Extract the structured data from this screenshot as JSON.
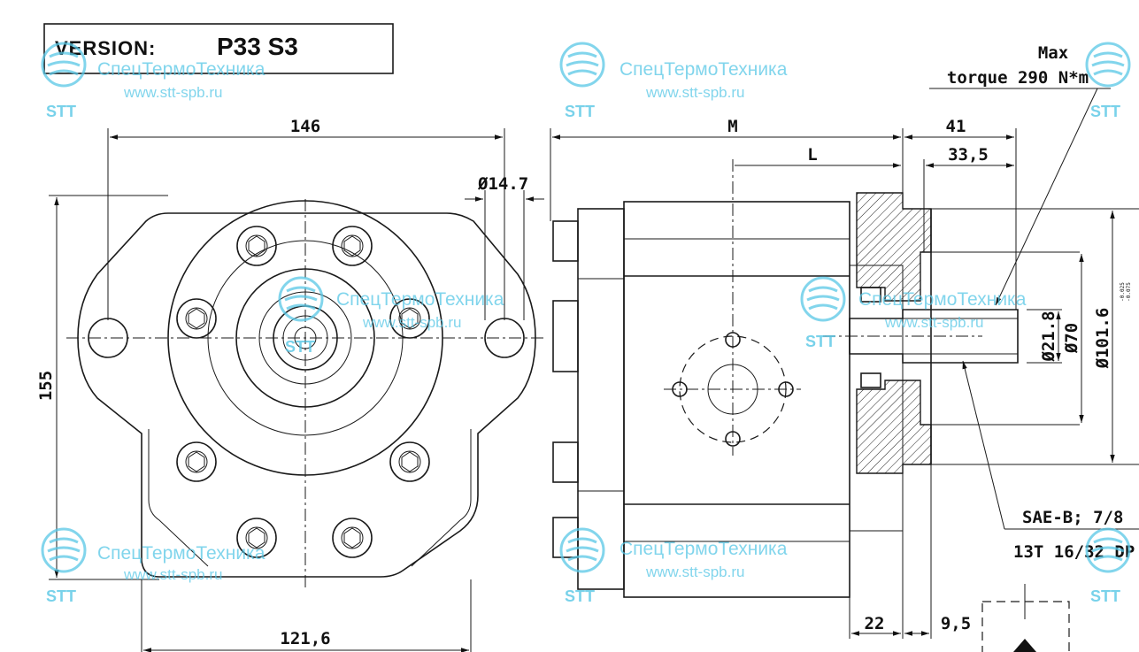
{
  "version_box": {
    "label": "VERSION:",
    "value": "P33 S3"
  },
  "front_view": {
    "dim_width_top": "146",
    "dim_hole": "Ø14.7",
    "dim_height": "155",
    "dim_width_bottom": "121,6"
  },
  "side_view": {
    "dim_M": "M",
    "dim_L": "L",
    "dim_41": "41",
    "dim_33_5": "33,5",
    "dim_22": "22",
    "dim_9_5": "9,5",
    "dim_d21_8": "Ø21.8",
    "dim_d70": "Ø70",
    "dim_d101_6": "Ø101.6",
    "tol_upper": "-0.025",
    "tol_lower": "-0.075"
  },
  "notes": {
    "max_torque_line1": "Max",
    "max_torque_line2": "torque 290 N*m",
    "spline_line1": "SAE-B; 7/8",
    "spline_line2": "13T 16/32 DP"
  },
  "watermark": {
    "company": "СпецТермоТехника",
    "site": "www.stt-spb.ru",
    "logo_text": "STT"
  },
  "colors": {
    "watermark": "#58c7e6",
    "line": "#1a1a1a"
  }
}
